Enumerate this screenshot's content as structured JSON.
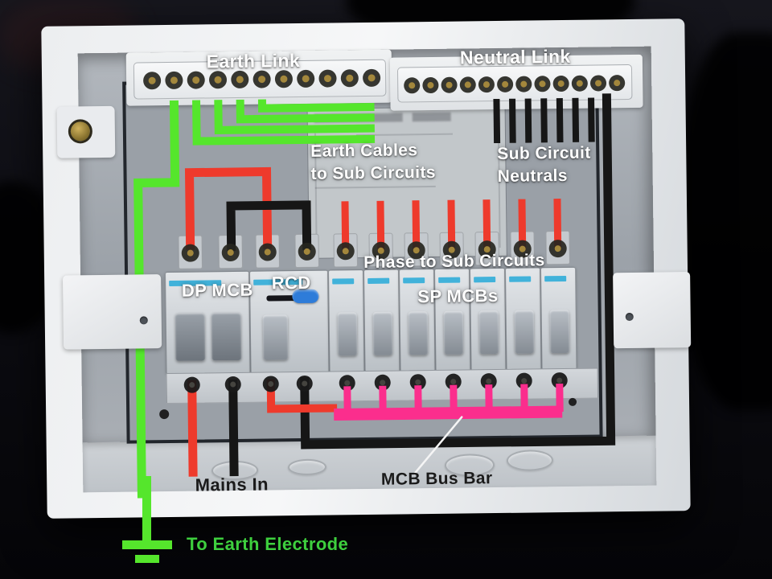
{
  "labels": {
    "earth_link": "Earth Link",
    "neutral_link": "Neutral Link",
    "earth_cables_1": "Earth Cables",
    "earth_cables_2": "to Sub Circuits",
    "sub_neutrals_1": "Sub Circuit",
    "sub_neutrals_2": "Neutrals",
    "phase_to_sub": "Phase to Sub Circuits",
    "dp_mcb": "DP MCB",
    "rcd": "RCD",
    "sp_mcbs": "SP MCBs",
    "mains_in": "Mains In",
    "mcb_bus_bar": "MCB Bus Bar",
    "to_earth_electrode": "To Earth Electrode"
  },
  "counts": {
    "earth_link_terminals": 11,
    "neutral_link_terminals": 12,
    "earth_jumper_wires": 4,
    "sub_circuit_neutral_wires": 8,
    "phase_wires": 7,
    "sp_mcb_count": 7,
    "bus_bar_teeth": 7,
    "dp_mcb_poles": 2
  },
  "colors": {
    "earth_wire": "#55e62c",
    "phase_wire": "#ee3a2c",
    "neutral_wire": "#161616",
    "bus_bar": "#fb2e8d",
    "breaker_stripe": "#41b2da",
    "rcd_button": "#2e7cd9",
    "brass": "#a3873c",
    "label_white": "#ffffff",
    "label_black": "#1b1b1b",
    "label_green": "#3ecf3e",
    "pointer": "#f5f5f5"
  }
}
